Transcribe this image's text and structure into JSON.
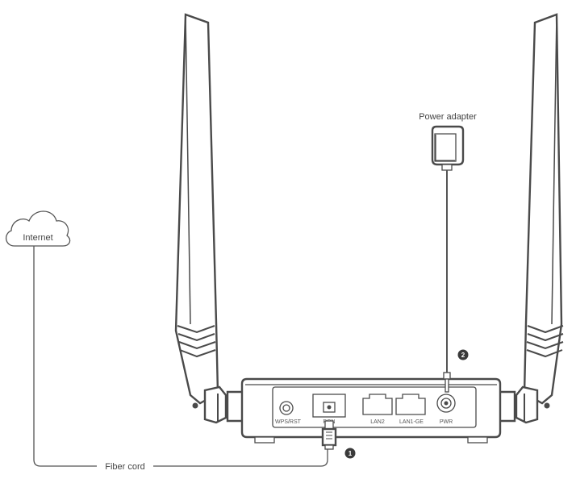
{
  "labels": {
    "internet": "Internet",
    "power_adapter": "Power adapter",
    "fiber_cord": "Fiber cord"
  },
  "ports": {
    "wps": "WPS/RST",
    "pon": "PON",
    "lan2": "LAN2",
    "lan1": "LAN1-GE",
    "pwr": "PWR"
  },
  "steps": {
    "step1": "1",
    "step2": "2"
  },
  "icons": [
    "cloud-icon",
    "power-adapter-icon",
    "router-icon",
    "antenna-icon",
    "fiber-connector-icon"
  ],
  "colors": {
    "line": "#555555",
    "badge": "#3a3a3a"
  }
}
